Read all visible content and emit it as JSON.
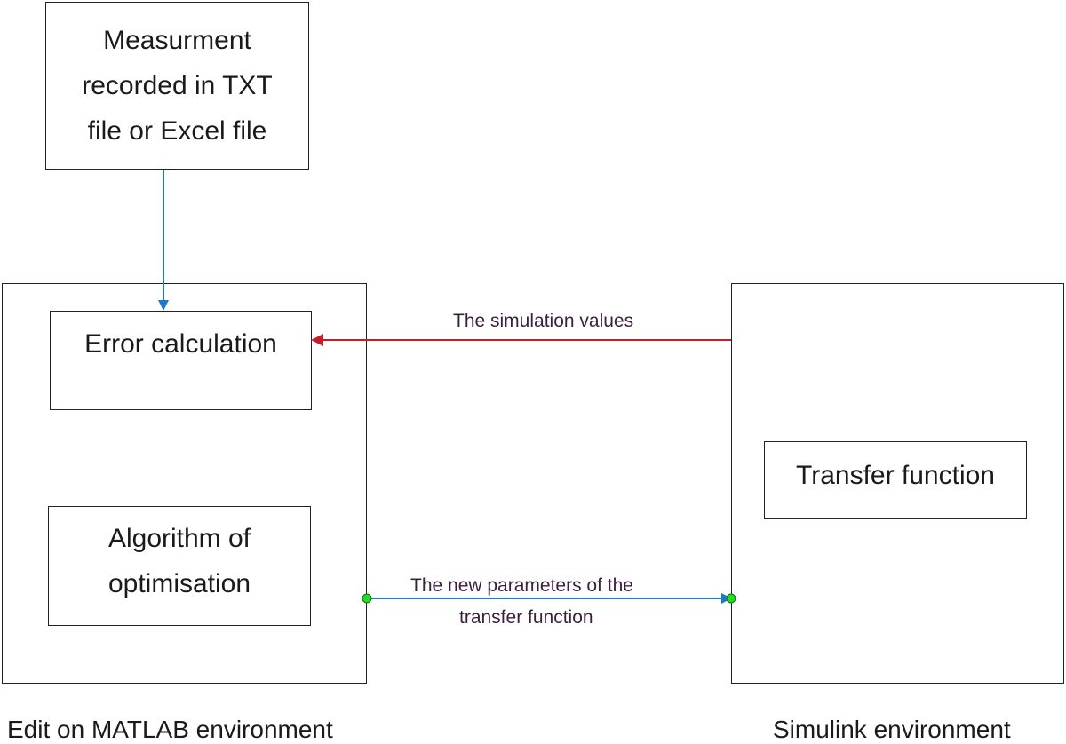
{
  "boxes": {
    "measurement": {
      "line1": "Measurment",
      "line2": "recorded in TXT",
      "line3": "file or Excel file"
    },
    "matlab_container": {},
    "error_calculation": {
      "label": "Error calculation"
    },
    "algorithm": {
      "line1": "Algorithm of",
      "line2": "optimisation"
    },
    "simulink_container": {},
    "transfer_function": {
      "label": "Transfer function"
    }
  },
  "arrows": {
    "simulation_values": {
      "label": "The simulation values",
      "color": "#c0202a"
    },
    "new_parameters": {
      "line1": "The new parameters of the",
      "line2": "transfer function",
      "color": "#1f78c8"
    },
    "measurement_to_error": {
      "color": "#1f78c8"
    }
  },
  "environments": {
    "matlab": "Edit on MATLAB environment",
    "simulink": "Simulink environment"
  },
  "colors": {
    "connector_dot": "#22dd22",
    "border": "#222222"
  }
}
